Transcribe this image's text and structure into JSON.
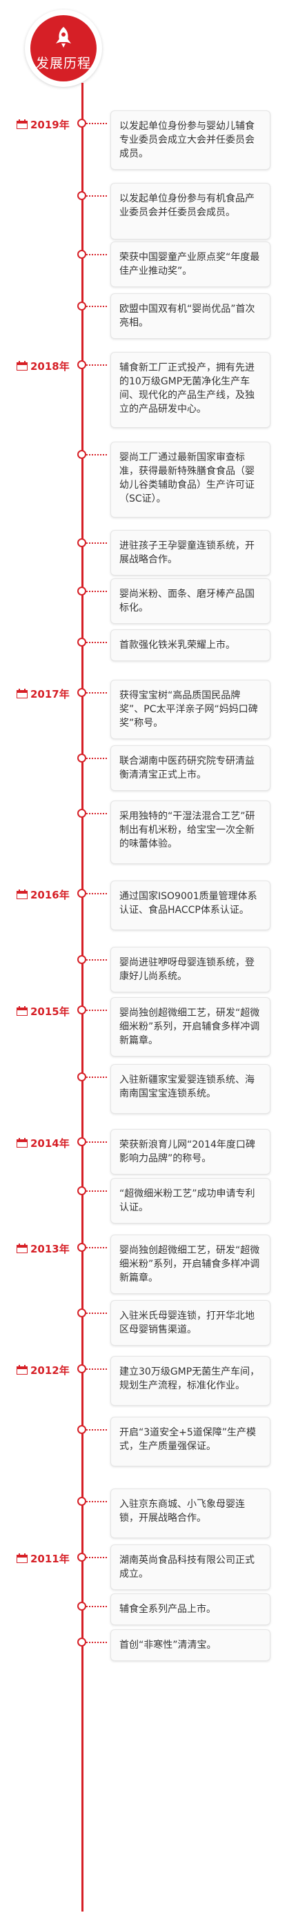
{
  "header": {
    "title": "发展历程",
    "icon": "rocket-icon",
    "accent_color": "#d61f26"
  },
  "entries": [
    {
      "year": "2019年",
      "text": "以发起单位身份参与婴幼儿辅食专业委员会成立大会并任委员会成员。"
    },
    {
      "year": "",
      "text": "以发起单位身份参与有机食品产业委员会并任委员会成员。"
    },
    {
      "year": "",
      "text": "荣获中国婴童产业原点奖“年度最佳产业推动奖”。"
    },
    {
      "year": "",
      "text": "欧盟中国双有机“婴尚优品”首次亮相。"
    },
    {
      "year": "2018年",
      "text": "辅食新工厂正式投产，拥有先进的10万级GMP无菌净化生产车间、现代化的产品生产线，及独立的产品研发中心。"
    },
    {
      "year": "",
      "text": "婴尚工厂通过最新国家审查标准，获得最新特殊膳食食品（婴幼儿谷类辅助食品）生产许可证（SC证）。"
    },
    {
      "year": "",
      "text": "进驻孩子王孕婴童连锁系统，开展战略合作。"
    },
    {
      "year": "",
      "text": "婴尚米粉、面条、磨牙棒产品国标化。"
    },
    {
      "year": "",
      "text": "首款强化铁米乳荣耀上市。"
    },
    {
      "year": "2017年",
      "text": "获得宝宝树“高品质国民品牌奖”、PC太平洋亲子网“妈妈口碑奖”称号。"
    },
    {
      "year": "",
      "text": "联合湖南中医药研究院专研清益衡清清宝正式上市。"
    },
    {
      "year": "",
      "text": "采用独特的“干湿法混合工艺”研制出有机米粉，给宝宝一次全新的味蕾体验。"
    },
    {
      "year": "2016年",
      "text": "通过国家ISO9001质量管理体系认证、食品HACCP体系认证。"
    },
    {
      "year": "",
      "text": "婴尚进驻咿呀母婴连锁系统，登康好儿尚系统。"
    },
    {
      "year": "2015年",
      "text": "婴尚独创超微细工艺，研发“超微细米粉”系列，开启辅食多样冲调新篇章。"
    },
    {
      "year": "",
      "text": "入驻新疆家宝爱婴连锁系统、海南南国宝宝连锁系统。"
    },
    {
      "year": "2014年",
      "text": "荣获新浪育儿网“2014年度口碑影响力品牌”的称号。"
    },
    {
      "year": "",
      "text": "“超微细米粉工艺”成功申请专利认证。"
    },
    {
      "year": "2013年",
      "text": "婴尚独创超微细工艺，研发“超微细米粉”系列，开启辅食多样冲调新篇章。"
    },
    {
      "year": "",
      "text": "入驻米氏母婴连锁，打开华北地区母婴销售渠道。"
    },
    {
      "year": "2012年",
      "text": "建立30万级GMP无菌生产车间，规划生产流程，标准化作业。"
    },
    {
      "year": "",
      "text": "开启“3道安全+5道保障”生产模式，生产质量强保证。"
    },
    {
      "year": "",
      "text": "入驻京东商城、小飞象母婴连锁，开展战略合作。"
    },
    {
      "year": "2011年",
      "text": "湖南英尚食品科技有限公司正式成立。"
    },
    {
      "year": "",
      "text": "辅食全系列产品上市。"
    },
    {
      "year": "",
      "text": "首创“非寒性”清清宝。"
    }
  ]
}
